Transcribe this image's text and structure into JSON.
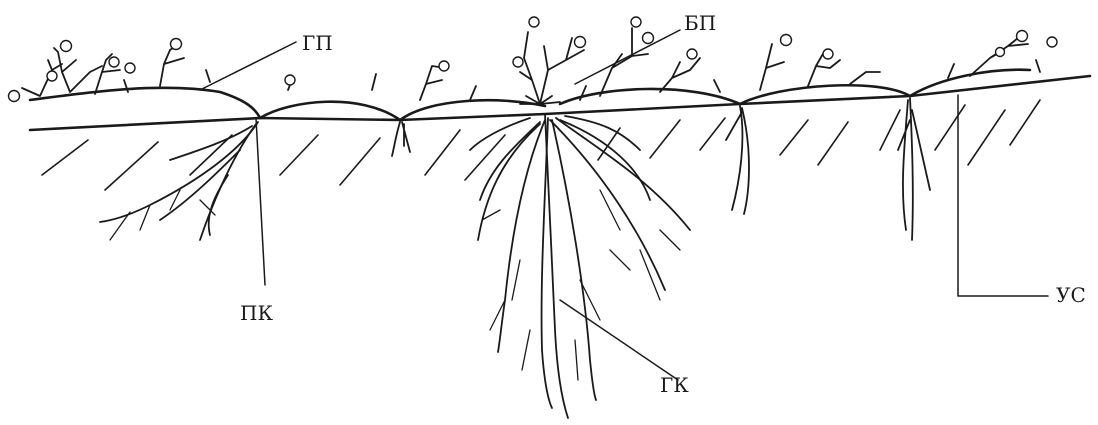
{
  "labels": {
    "gp": "ГП",
    "bp": "БП",
    "pk": "ПК",
    "gk": "ГК",
    "us": "УС"
  },
  "colors": {
    "ink": "#1a1a1a",
    "background": "#ffffff"
  }
}
